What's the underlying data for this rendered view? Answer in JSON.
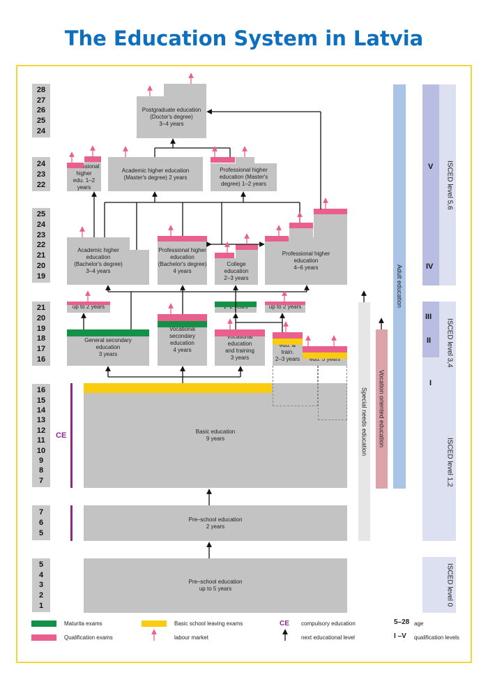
{
  "title": "The Education System in Latvia",
  "age_blocks": [
    {
      "ages": [
        "28",
        "27",
        "26",
        "25",
        "24"
      ]
    },
    {
      "ages": [
        "24",
        "23",
        "22"
      ]
    },
    {
      "ages": [
        "25",
        "24",
        "23",
        "22",
        "21",
        "20",
        "19"
      ]
    },
    {
      "ages": [
        "21",
        "20",
        "19",
        "18",
        "17",
        "16"
      ]
    },
    {
      "ages": [
        "16",
        "15",
        "14",
        "13",
        "12",
        "11",
        "10",
        "9",
        "8",
        "7"
      ]
    },
    {
      "ages": [
        "7",
        "6",
        "5"
      ]
    },
    {
      "ages": [
        "5",
        "4",
        "3",
        "2",
        "1"
      ]
    }
  ],
  "boxes": {
    "postgrad": "Postgraduate education\n(Doctor's degree)\n3–4 years",
    "prof_higher_12": "Professional\nhigher\nedu. 1–2 years",
    "acad_master": "Academic higher education\n(Master's degree) 2 years",
    "prof_master": "Professional higher\neducation (Master's\ndegree) 1–2 years",
    "acad_bachelor": "Academic higher\neducation\n(Bachelor's degree)\n3–4 years",
    "prof_bachelor": "Professional higher\neducation\n(Bachelor's degree)\n4 years",
    "college": "College education\n2–3 years",
    "prof_higher_46": "Professional higher\neducation\n4–6 years",
    "upto2_a": "up to 2 years",
    "upto2_b": "up to 2 years",
    "one_two": "1–2 years",
    "gen_secondary": "General secondary\neducation\n3 years",
    "voc_secondary": "Vocational\nsecondary education\n4 years",
    "voc_training": "Vocational education\nand training\n3 years",
    "voc_edu_train": "Vocational\nedu. & train.\n2–3 years",
    "voc_basic": "Voc. basic\nedu. 3 years",
    "basic": "Basic education\n9 years",
    "preschool_2": "Pre–school education\n2 years",
    "preschool_5": "Pre–school education\nup to 5 years"
  },
  "vertical_bands": {
    "special": "Special needs education",
    "vocation": "Vocation oriented education",
    "adult": "Adult education"
  },
  "isced": {
    "l56": "ISCED level 5,6",
    "l34": "ISCED level 3,4",
    "l12": "ISCED level 1,2",
    "l0": "ISCED level 0"
  },
  "roman": {
    "v": "V",
    "iv": "IV",
    "iii": "III",
    "ii": "II",
    "i": "I"
  },
  "ce": "CE",
  "legend": {
    "maturita": "Maturita exams",
    "qualification": "Qualification exams",
    "basic_leaving": "Basic school leaving exams",
    "labour": "labour market",
    "ce_label": "CE",
    "ce_text": "compulsory education",
    "next_level": "next educational level",
    "age_sym": "5–28",
    "age_text": "age",
    "qual_sym": "I –V",
    "qual_text": "qualification levels"
  },
  "colors": {
    "title": "#0f6fbf",
    "frame": "#f2d63a",
    "box": "#c3c3c3",
    "pink": "#e9608f",
    "green": "#139147",
    "yellow": "#f9cc12",
    "adult": "#a9c4e6",
    "vocation": "#dca3a8",
    "special": "#e6e6e6",
    "isced": "#dde0f0",
    "ce": "#8a2a86"
  }
}
